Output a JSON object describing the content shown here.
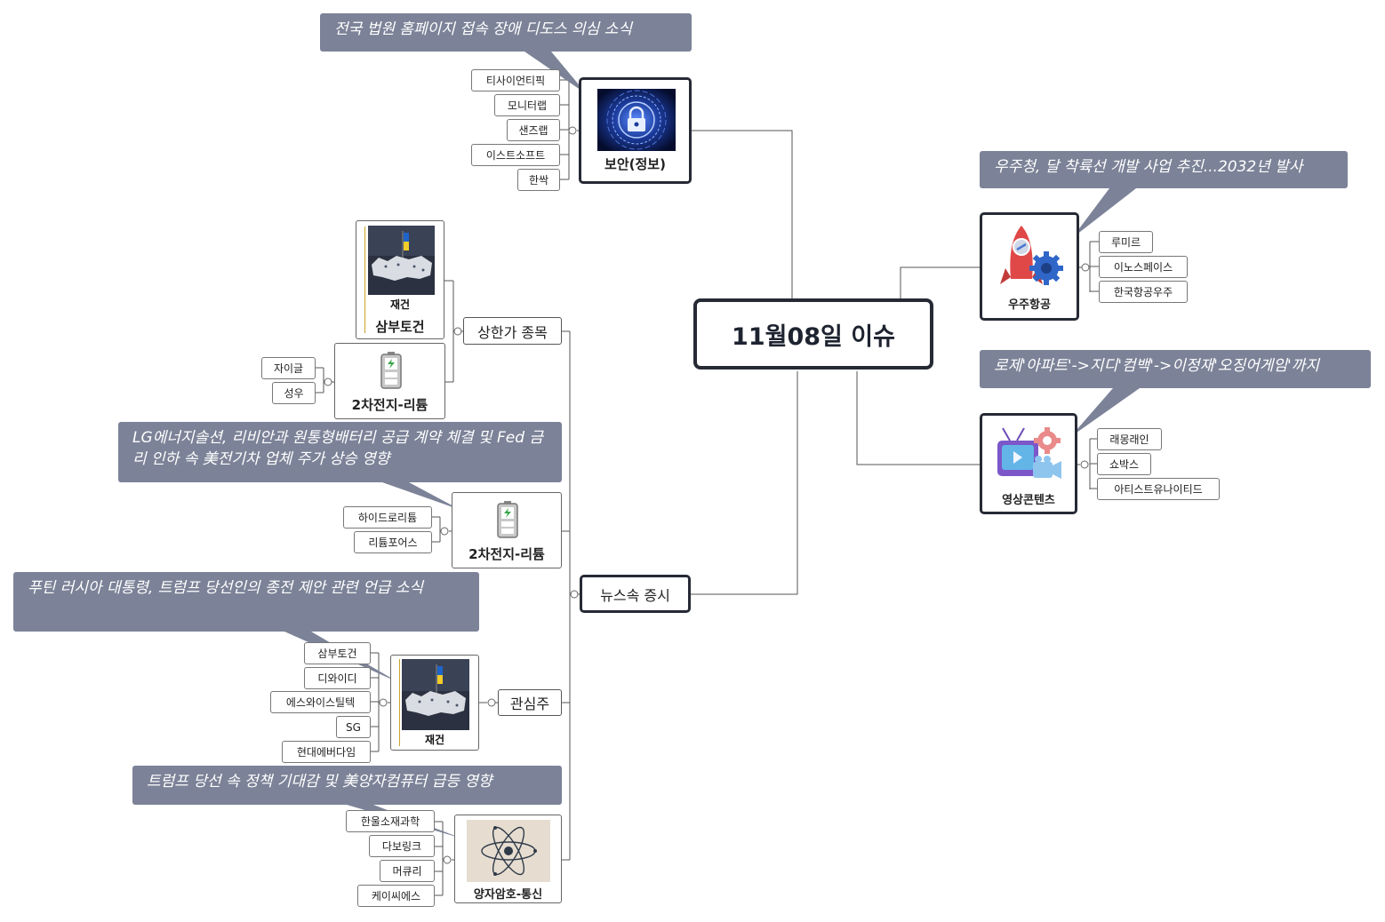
{
  "root": {
    "title": "11월08일 이슈"
  },
  "security": {
    "label": "보안(정보)",
    "callout": "전국 법원 홈페이지 접속 장애 디도스 의심 소식",
    "stocks": [
      "티사이언티픽",
      "모니터랩",
      "샌즈랩",
      "이스트소프트",
      "한싹"
    ]
  },
  "aerospace": {
    "label": "우주항공",
    "callout": "우주청, 달 착륙선 개발 사업 추진...2032년 발사",
    "stocks": [
      "루미르",
      "이노스페이스",
      "한국항공우주"
    ]
  },
  "video": {
    "label": "영상콘텐츠",
    "callout": "로제'아파트'->지디'컴백'->이정재'오징어게임'까지",
    "stocks": [
      "래몽래인",
      "쇼박스",
      "아티스트유나이티드"
    ]
  },
  "news": {
    "label": "뉴스속 증시",
    "limit_up": {
      "label": "상한가 종목",
      "rebuild": {
        "image_caption": "재건",
        "stock": "삼부토건"
      },
      "battery": {
        "label": "2차전지-리튬",
        "stocks": [
          "자이글",
          "성우"
        ]
      }
    },
    "battery2": {
      "label": "2차전지-리튬",
      "callout": "LG에너지솔션, 리비안과 원통형배터리 공급 계약 체결 및 Fed 금리 인하 속 美전기차 업체 주가 상승 영향",
      "stocks": [
        "하이드로리튬",
        "리튬포어스"
      ]
    },
    "watch": {
      "label": "관심주",
      "callout": "푸틴 러시아 대통령, 트럼프 당선인의 종전 제안 관련 언급 소식",
      "image_caption": "재건",
      "stocks": [
        "삼부토건",
        "디와이디",
        "에스와이스틸텍",
        "SG",
        "현대에버다임"
      ]
    },
    "quantum": {
      "label": "양자암호-통신",
      "callout": "트럼프 당선 속 정책 기대감 및 美양자컴퓨터 급등 영향",
      "stocks": [
        "한울소재과학",
        "다보링크",
        "머큐리",
        "케이씨에스"
      ]
    }
  }
}
